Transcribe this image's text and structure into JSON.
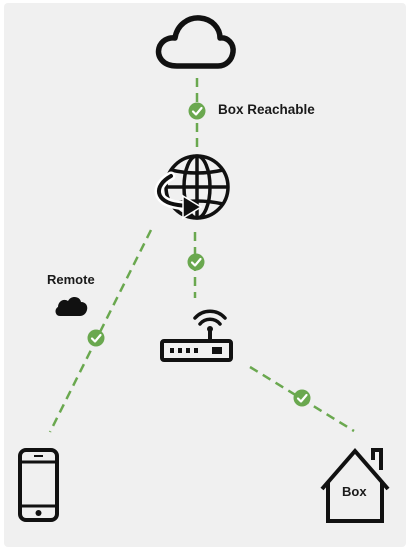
{
  "labels": {
    "box_reachable": "Box Reachable",
    "remote": "Remote",
    "box": "Box"
  },
  "colors": {
    "background": "#f0f0f0",
    "icon": "#111111",
    "connection": "#6aa84f",
    "check_badge": "#6aa84f"
  },
  "icons": {
    "cloud": "cloud-icon",
    "internet": "globe-icon",
    "remote": "small-cloud-icon",
    "router": "router-icon",
    "phone": "smartphone-icon",
    "home": "house-icon",
    "status": "check-circle-icon"
  }
}
